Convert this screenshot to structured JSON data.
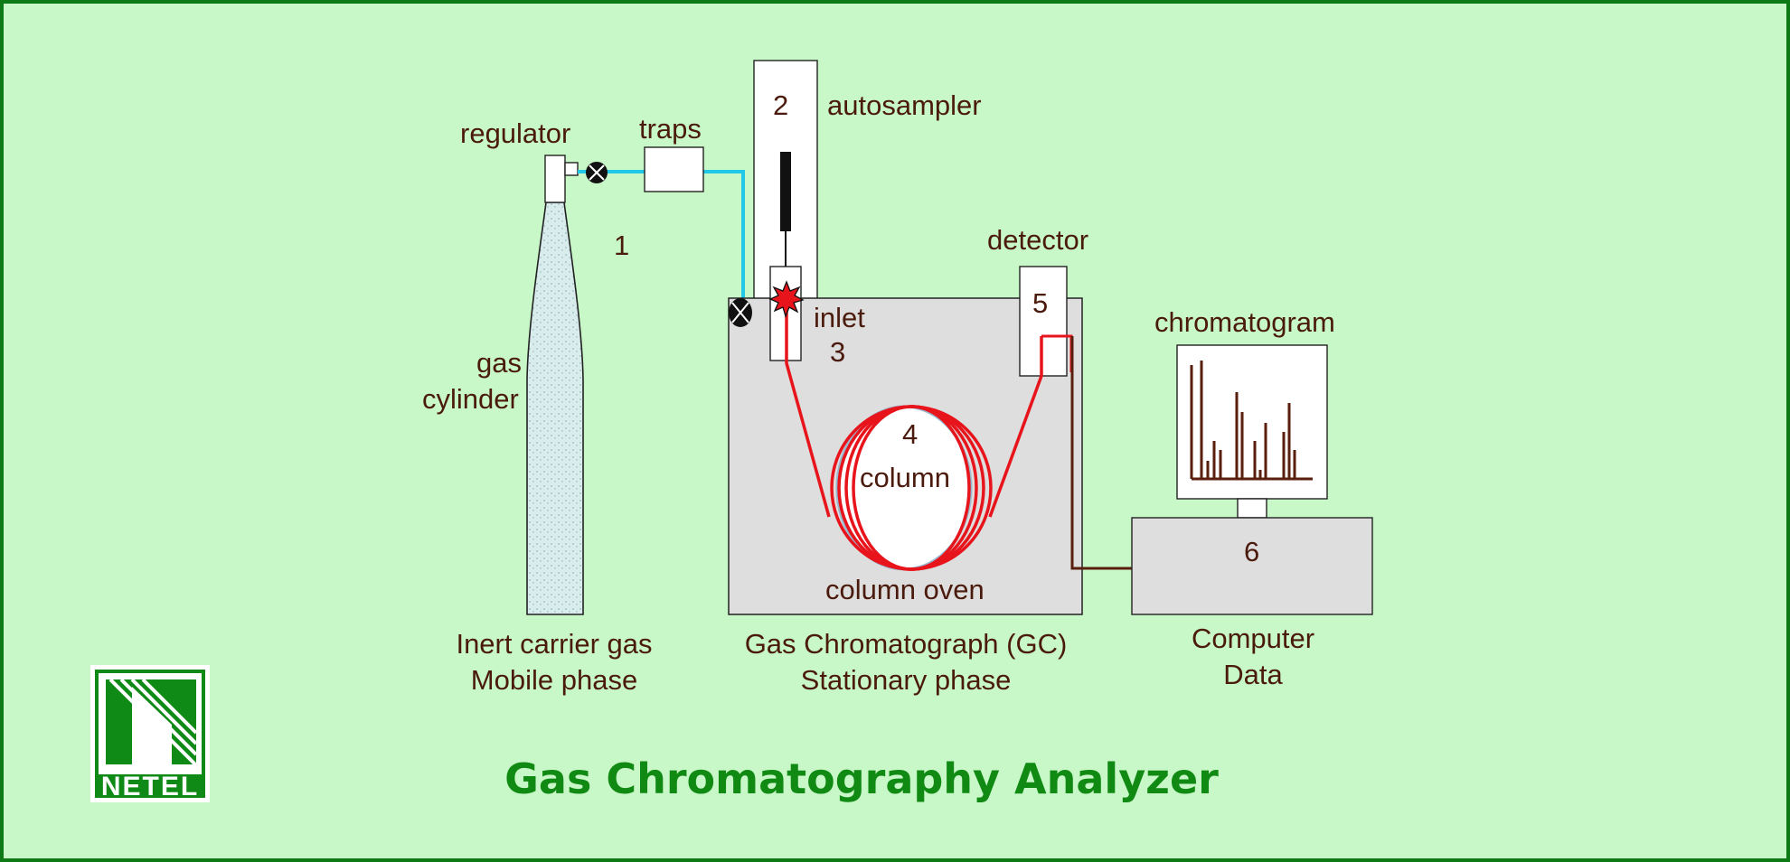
{
  "labels": {
    "regulator": "regulator",
    "traps": "traps",
    "autosampler": "autosampler",
    "number_1": "1",
    "number_2": "2",
    "number_3": "3",
    "number_4": "4",
    "number_5": "5",
    "number_6": "6",
    "gas": "gas",
    "cylinder": "cylinder",
    "inlet": "inlet",
    "detector": "detector",
    "column": "column",
    "column_oven": "column oven",
    "chromatogram": "chromatogram"
  },
  "captions": {
    "carrier_line1": "Inert carrier gas",
    "carrier_line2": "Mobile phase",
    "gc_line1": "Gas Chromatograph (GC)",
    "gc_line2": "Stationary phase",
    "computer_line1": "Computer",
    "computer_line2": "Data"
  },
  "title": "Gas Chromatography Analyzer",
  "logo": {
    "text": "NETEL"
  },
  "colors": {
    "background": "#c8f7c8",
    "border": "#0e7a16",
    "gas_line": "#22c8e8",
    "column": "#e8141c",
    "signal_line": "#5a1e0c",
    "oven": "#dedede",
    "title": "#118a14"
  }
}
